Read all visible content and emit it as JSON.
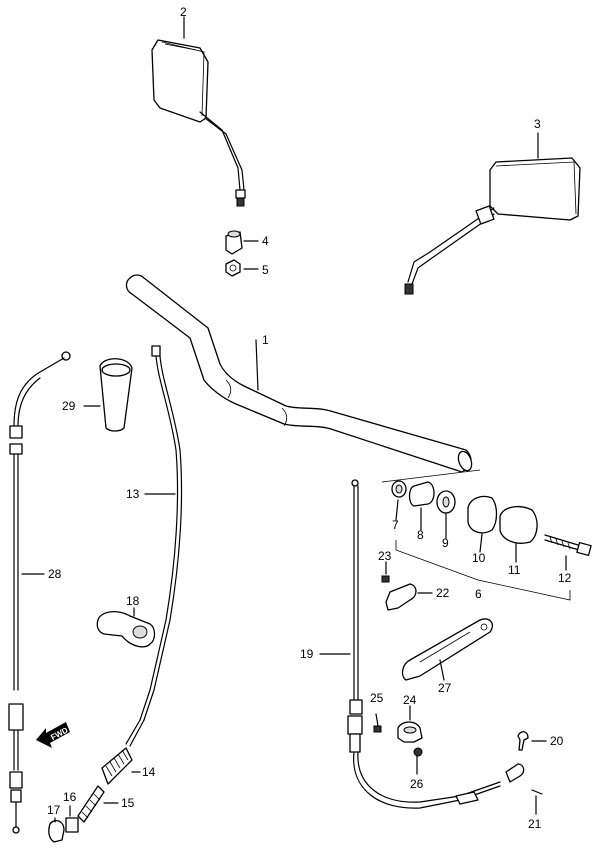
{
  "diagram": {
    "part_numbers": [
      "1",
      "2",
      "3",
      "4",
      "5",
      "6",
      "7",
      "8",
      "9",
      "10",
      "11",
      "12",
      "13",
      "14",
      "15",
      "16",
      "17",
      "18",
      "19",
      "20",
      "21",
      "22",
      "23",
      "24",
      "25",
      "26",
      "27",
      "28",
      "29"
    ],
    "direction_label": "FWD"
  }
}
